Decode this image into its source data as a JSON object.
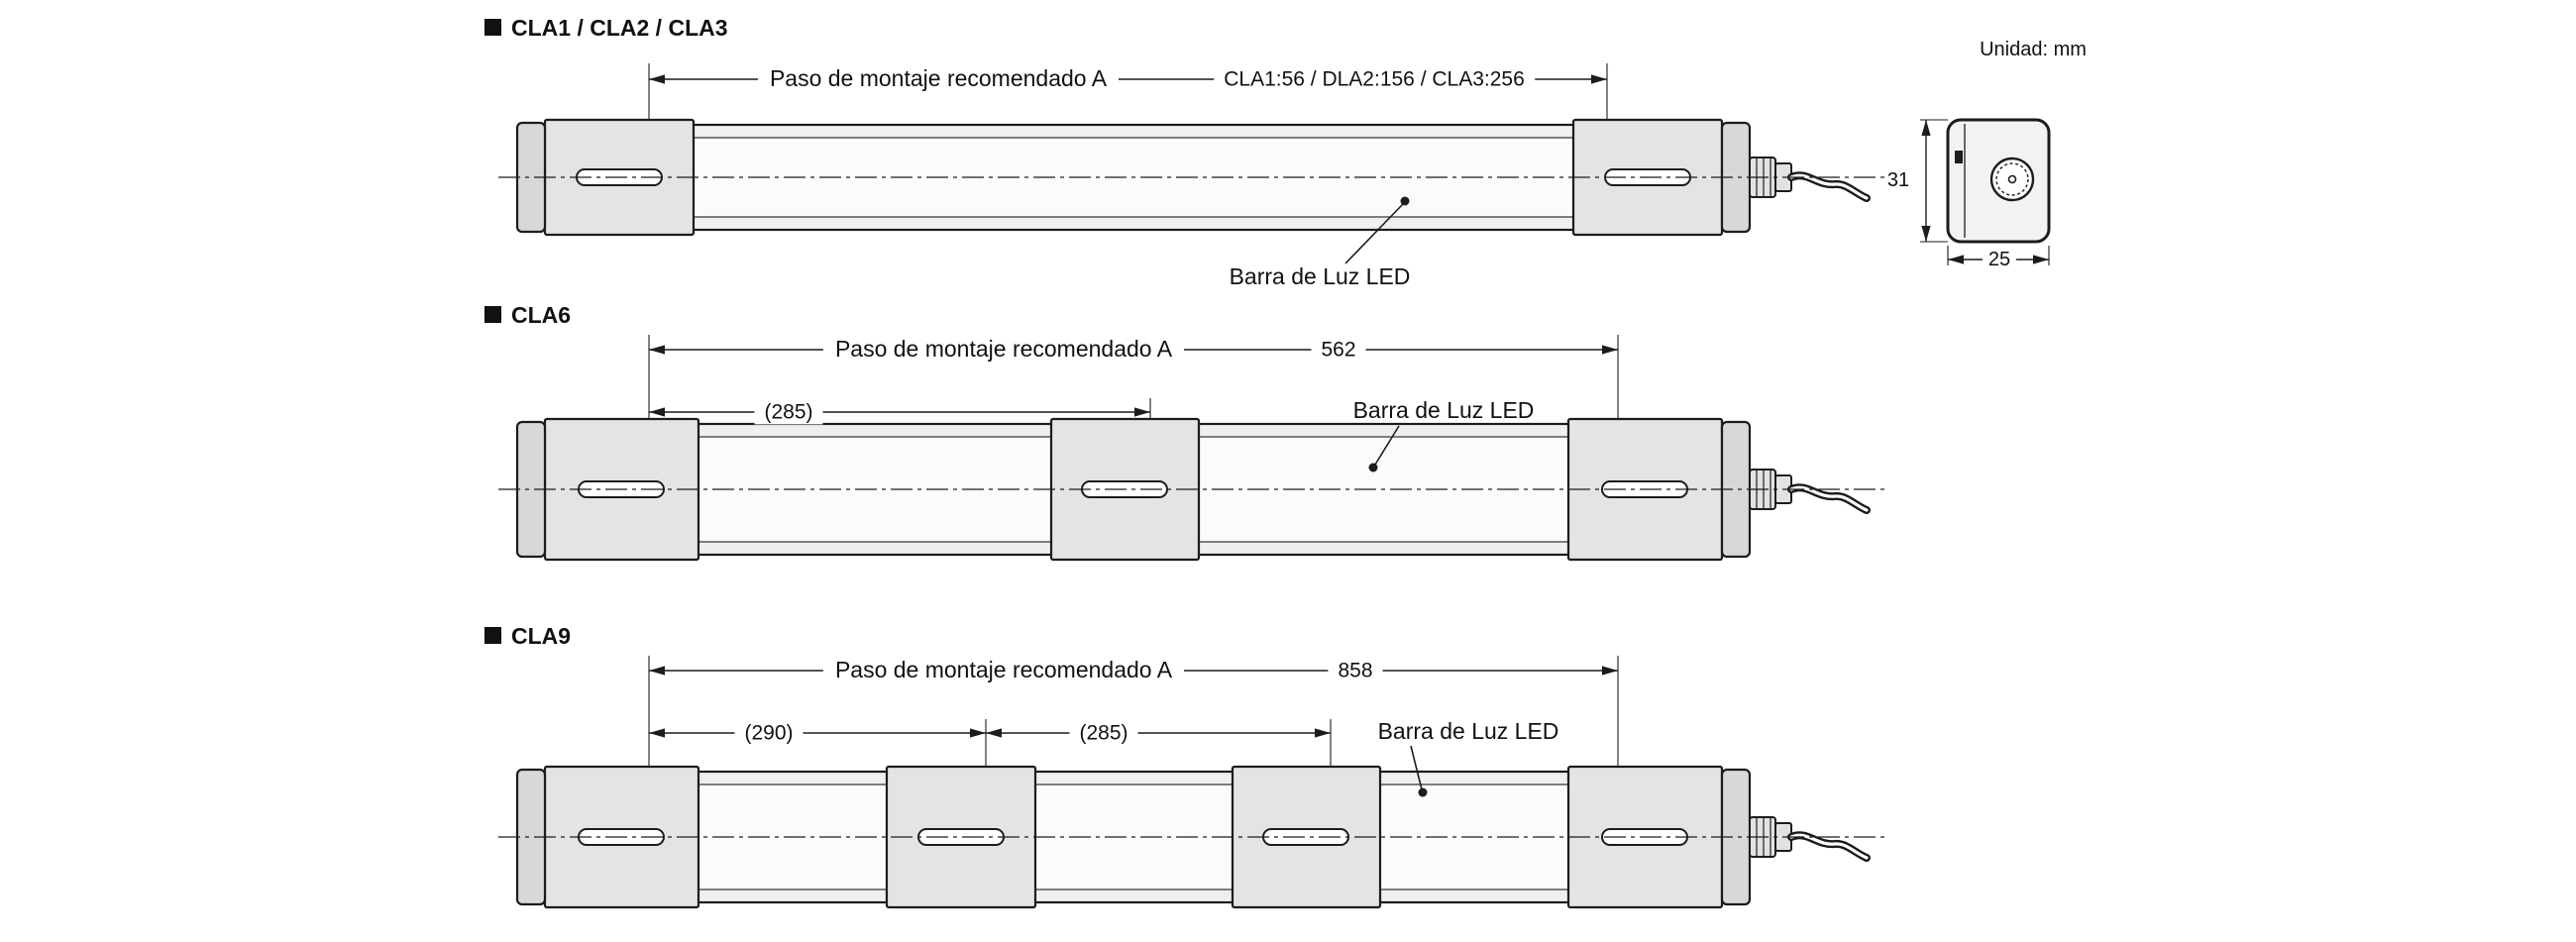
{
  "page": {
    "unit_label": "Unidad: mm"
  },
  "sections": [
    {
      "title": "CLA1 / CLA2 / CLA3",
      "pitch_label": "Paso de montaje recomendado A",
      "pitch_value": "CLA1:56 / DLA2:156 / CLA3:256",
      "led_bar_label": "Barra de Luz LED",
      "sub_dimensions": []
    },
    {
      "title": "CLA6",
      "pitch_label": "Paso de montaje recomendado A",
      "pitch_value": "562",
      "led_bar_label": "Barra de Luz LED",
      "sub_dimensions": [
        "(285)"
      ]
    },
    {
      "title": "CLA9",
      "pitch_label": "Paso de montaje recomendado A",
      "pitch_value": "858",
      "led_bar_label": "Barra de Luz LED",
      "sub_dimensions": [
        "(290)",
        "(285)"
      ]
    }
  ],
  "end_view": {
    "height_mm": "31",
    "width_mm": "25"
  },
  "colors": {
    "line": "#1c1c1c",
    "body_fill": "#efefef",
    "bracket_fill": "#e4e4e4",
    "cap_fill": "#d8d8d8",
    "window_fill": "#fbfbfb"
  }
}
